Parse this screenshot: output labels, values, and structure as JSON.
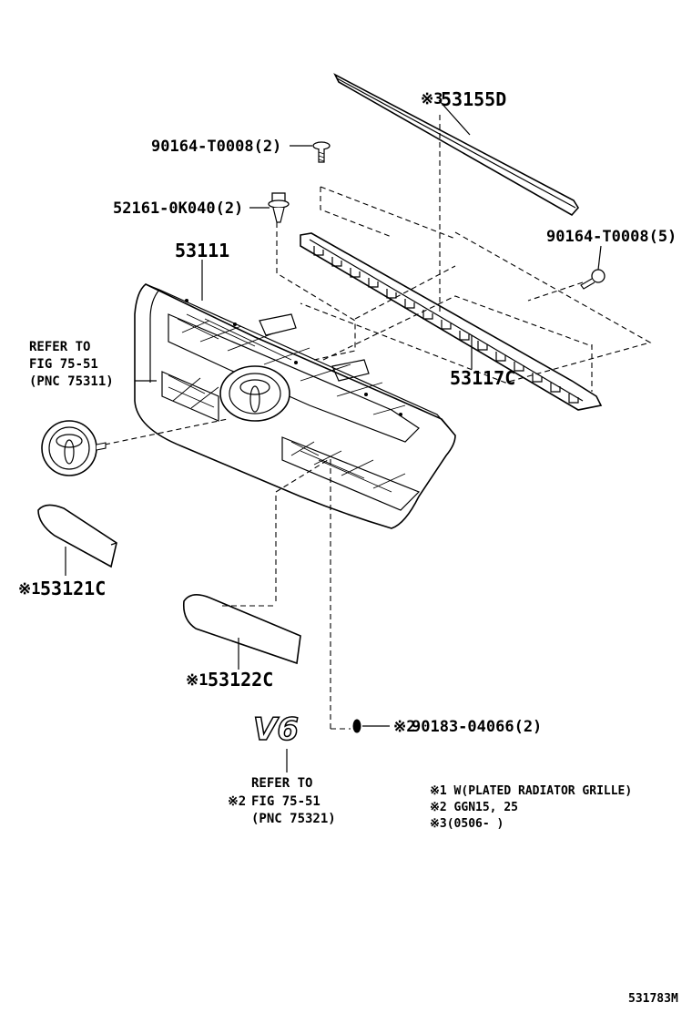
{
  "parts": {
    "molding_top": "53155D",
    "molding_top_note": "※3",
    "screw_top": "90164-T0008(2)",
    "clip": "52161-0K040(2)",
    "grille": "53111",
    "screw_right": "90164-T0008(5)",
    "retainer": "53117C",
    "emblem_ref_line1": "REFER TO",
    "emblem_ref_line2": "FIG 75-51",
    "emblem_ref_line3": "(PNC 75311)",
    "molding_left": "53121C",
    "molding_left_note": "※1",
    "molding_center": "53122C",
    "molding_center_note": "※1",
    "nut": "90183-04066(2)",
    "nut_note": "※2",
    "v6_ref_line1": "REFER TO",
    "v6_ref_line2": "FIG 75-51",
    "v6_ref_line2_note": "※2",
    "v6_ref_line3": "(PNC 75321)"
  },
  "notes": [
    "※1 W(PLATED RADIATOR GRILLE)",
    "※2 GGN15, 25",
    "※3(0506-     )"
  ],
  "diagram_code": "531783M",
  "emblem_text": "V6"
}
